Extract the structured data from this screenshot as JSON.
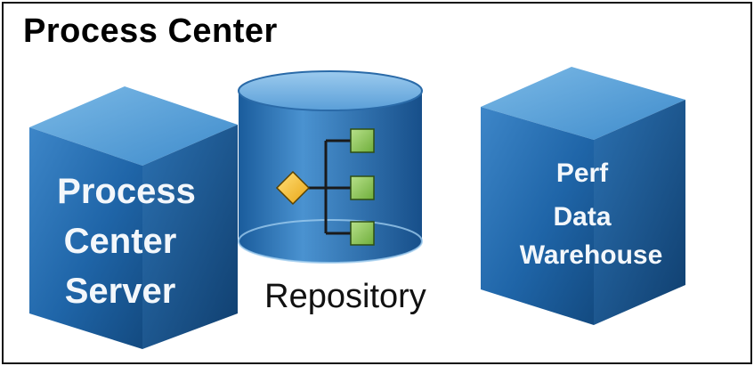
{
  "header": {
    "title": "Process Center"
  },
  "components": {
    "server": {
      "lines": [
        "Process",
        "Center",
        "Server"
      ]
    },
    "repository": {
      "label": "Repository",
      "icon": "process-hierarchy-icon"
    },
    "warehouse": {
      "lines": [
        "Perf",
        "Data",
        "Warehouse"
      ]
    }
  },
  "colors": {
    "cube_front": "#1f65a8",
    "cube_top": "#5ea3d8",
    "cube_side": "#174f8a",
    "cylinder_body": "#2a72b5",
    "cylinder_top": "#6aaee0",
    "diamond": "#f5c23a",
    "node_square": "#8fc95a",
    "border": "#111111"
  }
}
